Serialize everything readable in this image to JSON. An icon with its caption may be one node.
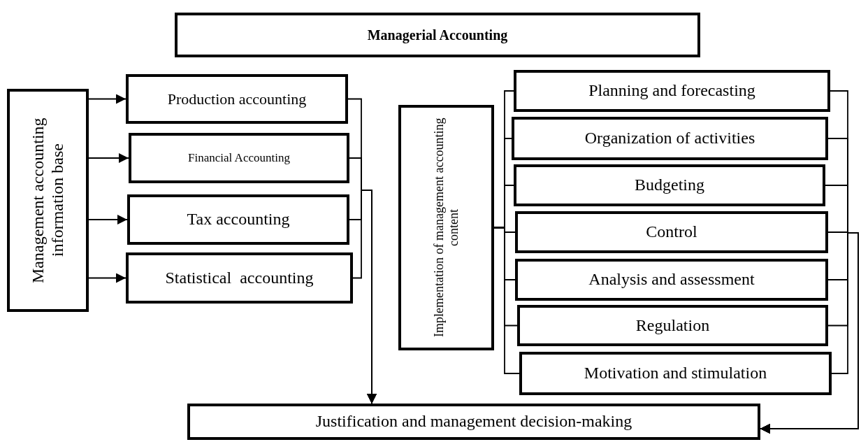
{
  "diagram": {
    "nodes": [
      {
        "text": [
          "Managerial Accounting"
        ]
      },
      {
        "text": [
          "Management accounting information base"
        ]
      },
      {
        "text": [
          "Production accounting"
        ]
      },
      {
        "text": [
          "Financial Accounting"
        ]
      },
      {
        "text": [
          "Tax accounting"
        ]
      },
      {
        "text": [
          "Statistical  accounting"
        ]
      },
      {
        "text": [
          "Implementation of management accounting content"
        ]
      },
      {
        "text": [
          "Planning and forecasting"
        ]
      },
      {
        "text": [
          "Organization of activities"
        ]
      },
      {
        "text": [
          "Budgeting"
        ]
      },
      {
        "text": [
          "Control"
        ]
      },
      {
        "text": [
          "Analysis and assessment"
        ]
      },
      {
        "text": [
          "Regulation"
        ]
      },
      {
        "text": [
          "Motivation and stimulation"
        ]
      },
      {
        "text": [
          "Justification and management decision-making"
        ]
      }
    ],
    "edges": [
      {
        "from": 1,
        "to": 2,
        "arrow": "to"
      },
      {
        "from": 1,
        "to": 3,
        "arrow": "to"
      },
      {
        "from": 1,
        "to": 4,
        "arrow": "to"
      },
      {
        "from": 1,
        "to": 5,
        "arrow": "to"
      },
      {
        "from": 2,
        "to": 14,
        "arrow": "to"
      },
      {
        "from": 3,
        "to": 14,
        "arrow": "to"
      },
      {
        "from": 4,
        "to": 14,
        "arrow": "to"
      },
      {
        "from": 5,
        "to": 14,
        "arrow": "to"
      },
      {
        "from": 6,
        "to": 7,
        "arrow": "none"
      },
      {
        "from": 6,
        "to": 8,
        "arrow": "none"
      },
      {
        "from": 6,
        "to": 9,
        "arrow": "none"
      },
      {
        "from": 6,
        "to": 10,
        "arrow": "none"
      },
      {
        "from": 6,
        "to": 11,
        "arrow": "none"
      },
      {
        "from": 6,
        "to": 12,
        "arrow": "none"
      },
      {
        "from": 6,
        "to": 13,
        "arrow": "none"
      },
      {
        "from": 7,
        "to": 14,
        "arrow": "to"
      },
      {
        "from": 8,
        "to": 14,
        "arrow": "to"
      },
      {
        "from": 9,
        "to": 14,
        "arrow": "to"
      },
      {
        "from": 10,
        "to": 14,
        "arrow": "to"
      },
      {
        "from": 11,
        "to": 14,
        "arrow": "to"
      },
      {
        "from": 12,
        "to": 14,
        "arrow": "to"
      },
      {
        "from": 13,
        "to": 14,
        "arrow": "to"
      }
    ]
  }
}
